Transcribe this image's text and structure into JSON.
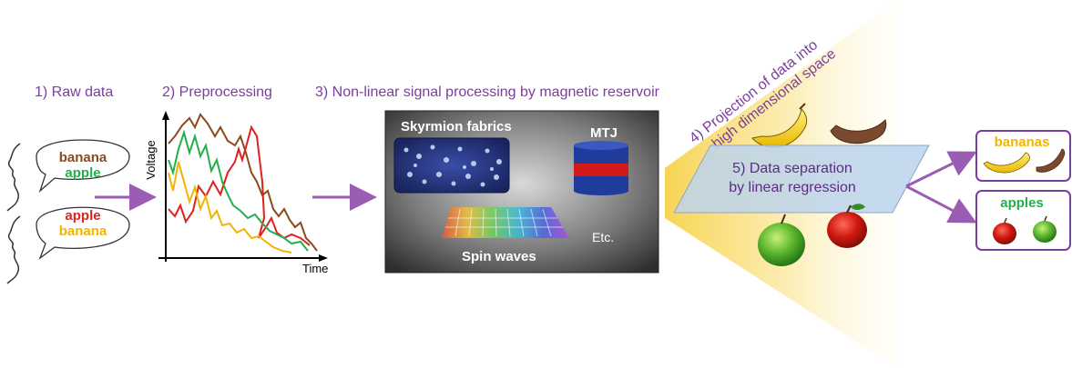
{
  "steps": {
    "s1": "1) Raw data",
    "s2": "2) Preprocessing",
    "s3": "3) Non-linear signal processing by magnetic reservoir",
    "s4_line1": "4) Projection of data into",
    "s4_line2": "high dimensional space",
    "s5_line1": "5) Data separation",
    "s5_line2": "by linear regression"
  },
  "speech_bubbles": [
    {
      "line1": "banana",
      "line2": "apple",
      "color1": "#8b4a1c",
      "color2": "#22b04a"
    },
    {
      "line1": "apple",
      "line2": "banana",
      "color1": "#e0201b",
      "color2": "#f2b400"
    }
  ],
  "plot": {
    "ylabel": "Voltage",
    "xlabel": "Time"
  },
  "reservoir": {
    "skyrmion_label": "Skyrmion fabrics",
    "mtj_label": "MTJ",
    "spin_label": "Spin waves",
    "etc_label": "Etc."
  },
  "results": {
    "bananas_label": "bananas",
    "apples_label": "apples",
    "bananas_color": "#f2b400",
    "apples_color": "#22b04a"
  },
  "colors": {
    "accent": "#7a3e9d",
    "arrow": "#9b5cb4"
  }
}
